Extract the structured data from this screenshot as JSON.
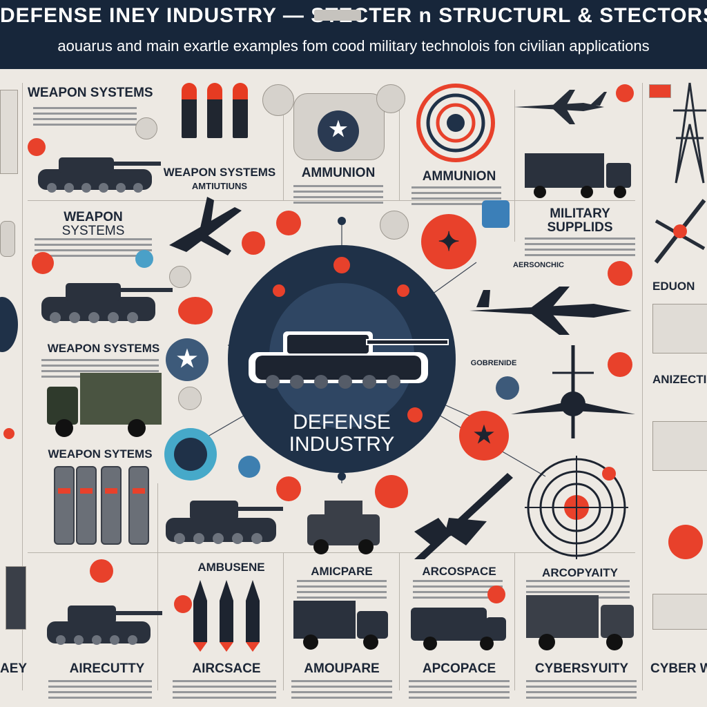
{
  "header": {
    "title": "DEFENSE INEY INDUSTRY — STECTER n STRUCTURL & STECTORS",
    "subtitle": "aouarus and main exartle examples fom cood military technolois fon civilian applications"
  },
  "center": {
    "line1": "DEFENSE",
    "line2": "INDUSTRY"
  },
  "labels": {
    "weapon_systems_1": "WEAPON SYSTEMS",
    "weapon_systems_2": "WEAPON SYSTEMS",
    "weapon_systems_3": "WEAPON",
    "weapon_systems_3b": "SYSTEMS",
    "weapon_systems_4": "WEAPON SYSTEMS",
    "weapon_systems_5": "WEAPON SYTEMS",
    "ammunion_1": "AMMUNION",
    "ammunion_2": "AMMUNION",
    "ammunion_sub": "AMTIUTIUNS",
    "military_supplies_1": "MILITARY",
    "military_supplies_2": "SUPPLIDS",
    "ambusene": "AMBUSENE",
    "amicpare": "AMICPARE",
    "arcospace": "ARCOSPACE",
    "arcopyaity": "ARCOPYAITY",
    "ainrecutty": "AIRECUTTY",
    "aircsace": "AIRCSACE",
    "amoupare": "AMOUPARE",
    "apcopace": "APCOPACE",
    "cybersecurity": "CYBERSYUITY",
    "cyber_partial": "CYBER W",
    "aey": "AEY",
    "anizectin": "ANIZECTIN",
    "edoon": "EDUON",
    "gobrenicide": "GOBRENIDE",
    "aresoncic": "AERSONCHIC"
  },
  "icons": [
    "tank-icon",
    "rocket-icon",
    "fighter-jet-icon",
    "truck-icon",
    "missile-icon",
    "target-icon",
    "radar-icon",
    "drone-icon",
    "transmission-tower-icon",
    "shield-icon",
    "star-badge-icon"
  ],
  "colors": {
    "header_bg": "#17263a",
    "accent_red": "#e8412b",
    "navy": "#1f3148",
    "background": "#ede9e3"
  }
}
